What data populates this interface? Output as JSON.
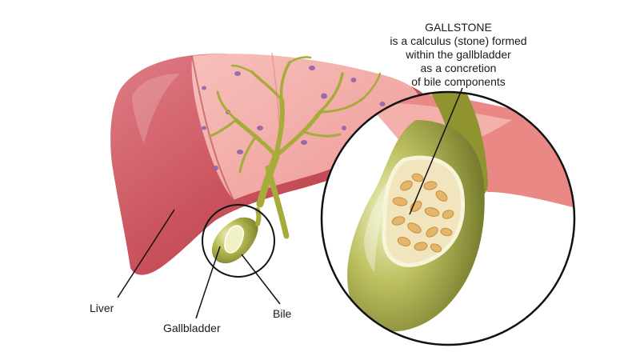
{
  "labels": {
    "liver": "Liver",
    "gallbladder": "Gallbladder",
    "bile": "Bile"
  },
  "callout": {
    "title": "GALLSTONE",
    "lines": [
      "is a calculus (stone) formed",
      "within the gallbladder",
      "as a concretion",
      "of bile components"
    ]
  },
  "colors": {
    "liver": "#c9525c",
    "liver_section": "#f2a3a0",
    "bile_duct": "#a6ab3a",
    "gallbladder": "#a9ad46",
    "stones": "#e4b56a",
    "outline": "#111111"
  }
}
